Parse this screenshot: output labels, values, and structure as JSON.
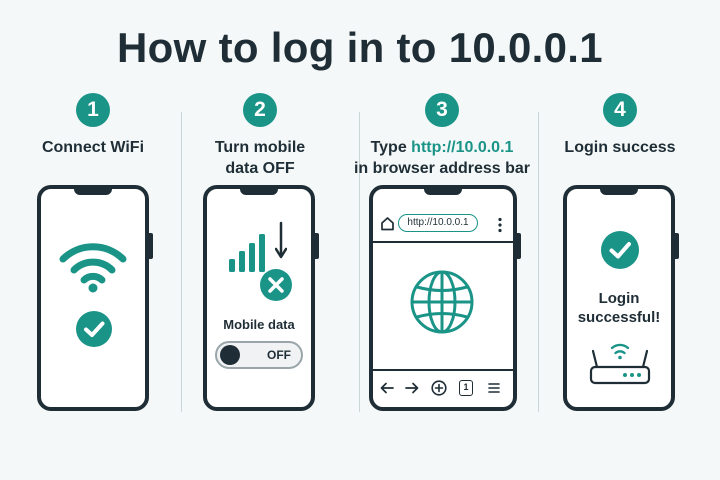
{
  "title": "How to log in to 10.0.0.1",
  "colors": {
    "accent": "#1b9488",
    "dark": "#1f2e36",
    "background": "#f4f8f8"
  },
  "steps": [
    {
      "number": "1",
      "caption": "Connect WiFi",
      "icons": [
        "wifi-icon",
        "check-circle-icon"
      ]
    },
    {
      "number": "2",
      "caption_line1": "Turn mobile",
      "caption_line2": "data OFF",
      "mobile_data_label": "Mobile data",
      "toggle_state": "OFF",
      "icons": [
        "signal-bars-icon",
        "down-arrow-icon",
        "x-circle-icon"
      ]
    },
    {
      "number": "3",
      "caption_prefix": "Type ",
      "caption_url": "http://10.0.0.1",
      "caption_line2": "in browser address bar",
      "address_bar": "http://10.0.0.1",
      "icons": [
        "home-icon",
        "more-vertical-icon",
        "globe-icon",
        "back-arrow-icon",
        "forward-arrow-icon",
        "new-tab-icon",
        "tabs-icon",
        "menu-icon"
      ],
      "tab_count": "1"
    },
    {
      "number": "4",
      "caption": "Login success",
      "success_line1": "Login",
      "success_line2": "successful!",
      "icons": [
        "check-circle-icon",
        "router-icon"
      ]
    }
  ]
}
